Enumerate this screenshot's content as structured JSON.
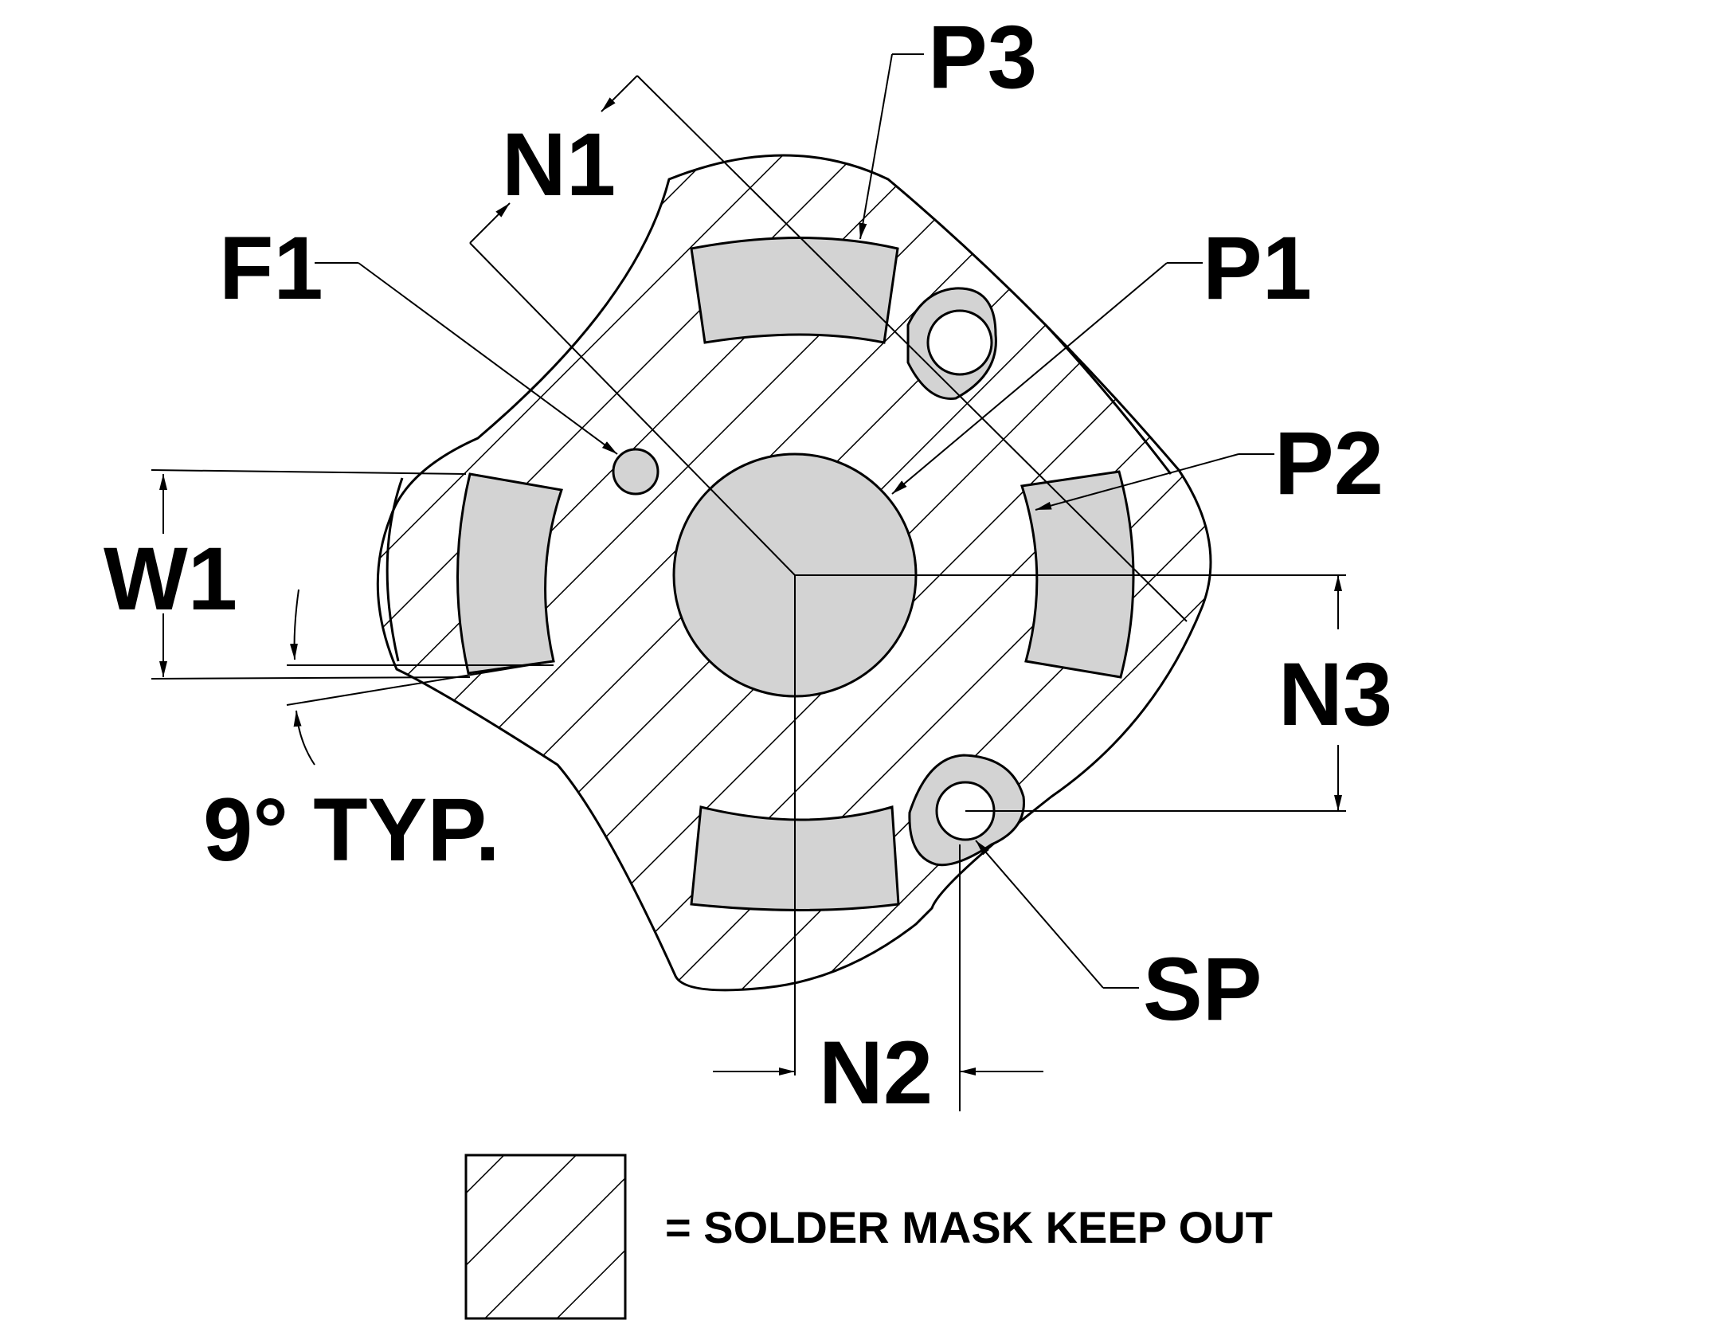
{
  "labels": {
    "n1": "N1",
    "p3": "P3",
    "f1": "F1",
    "p1": "P1",
    "p2": "P2",
    "w1": "W1",
    "n3": "N3",
    "angle": "9° TYP.",
    "sp": "SP",
    "n2": "N2"
  },
  "legend": {
    "text": "= SOLDER MASK KEEP OUT"
  },
  "colors": {
    "line": "#000000",
    "pad_fill": "#d3d3d3",
    "background": "#ffffff"
  }
}
